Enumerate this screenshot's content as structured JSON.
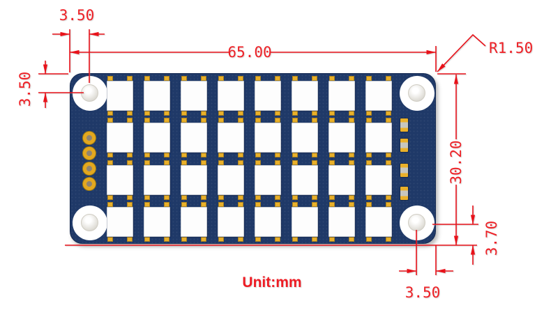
{
  "colors": {
    "pcb_navy": "#1f3968",
    "pad_gold": "#e9b02a",
    "dimension_red": "#e8121a",
    "led_white": "#fdfdfd",
    "background_white": "#ffffff"
  },
  "board": {
    "led_grid": {
      "rows": 4,
      "cols": 8
    },
    "mounting_holes": 4,
    "through_holes": 4,
    "smd_components": 4
  },
  "dimensions": {
    "top_hole_offset": "3.50",
    "board_width": "65.00",
    "corner_radius": "R1.50",
    "left_hole_offset": "3.50",
    "board_height": "30.20",
    "bottom_hole_offset": "3.70",
    "right_hole_offset": "3.50",
    "unit_label": "Unit:mm"
  }
}
